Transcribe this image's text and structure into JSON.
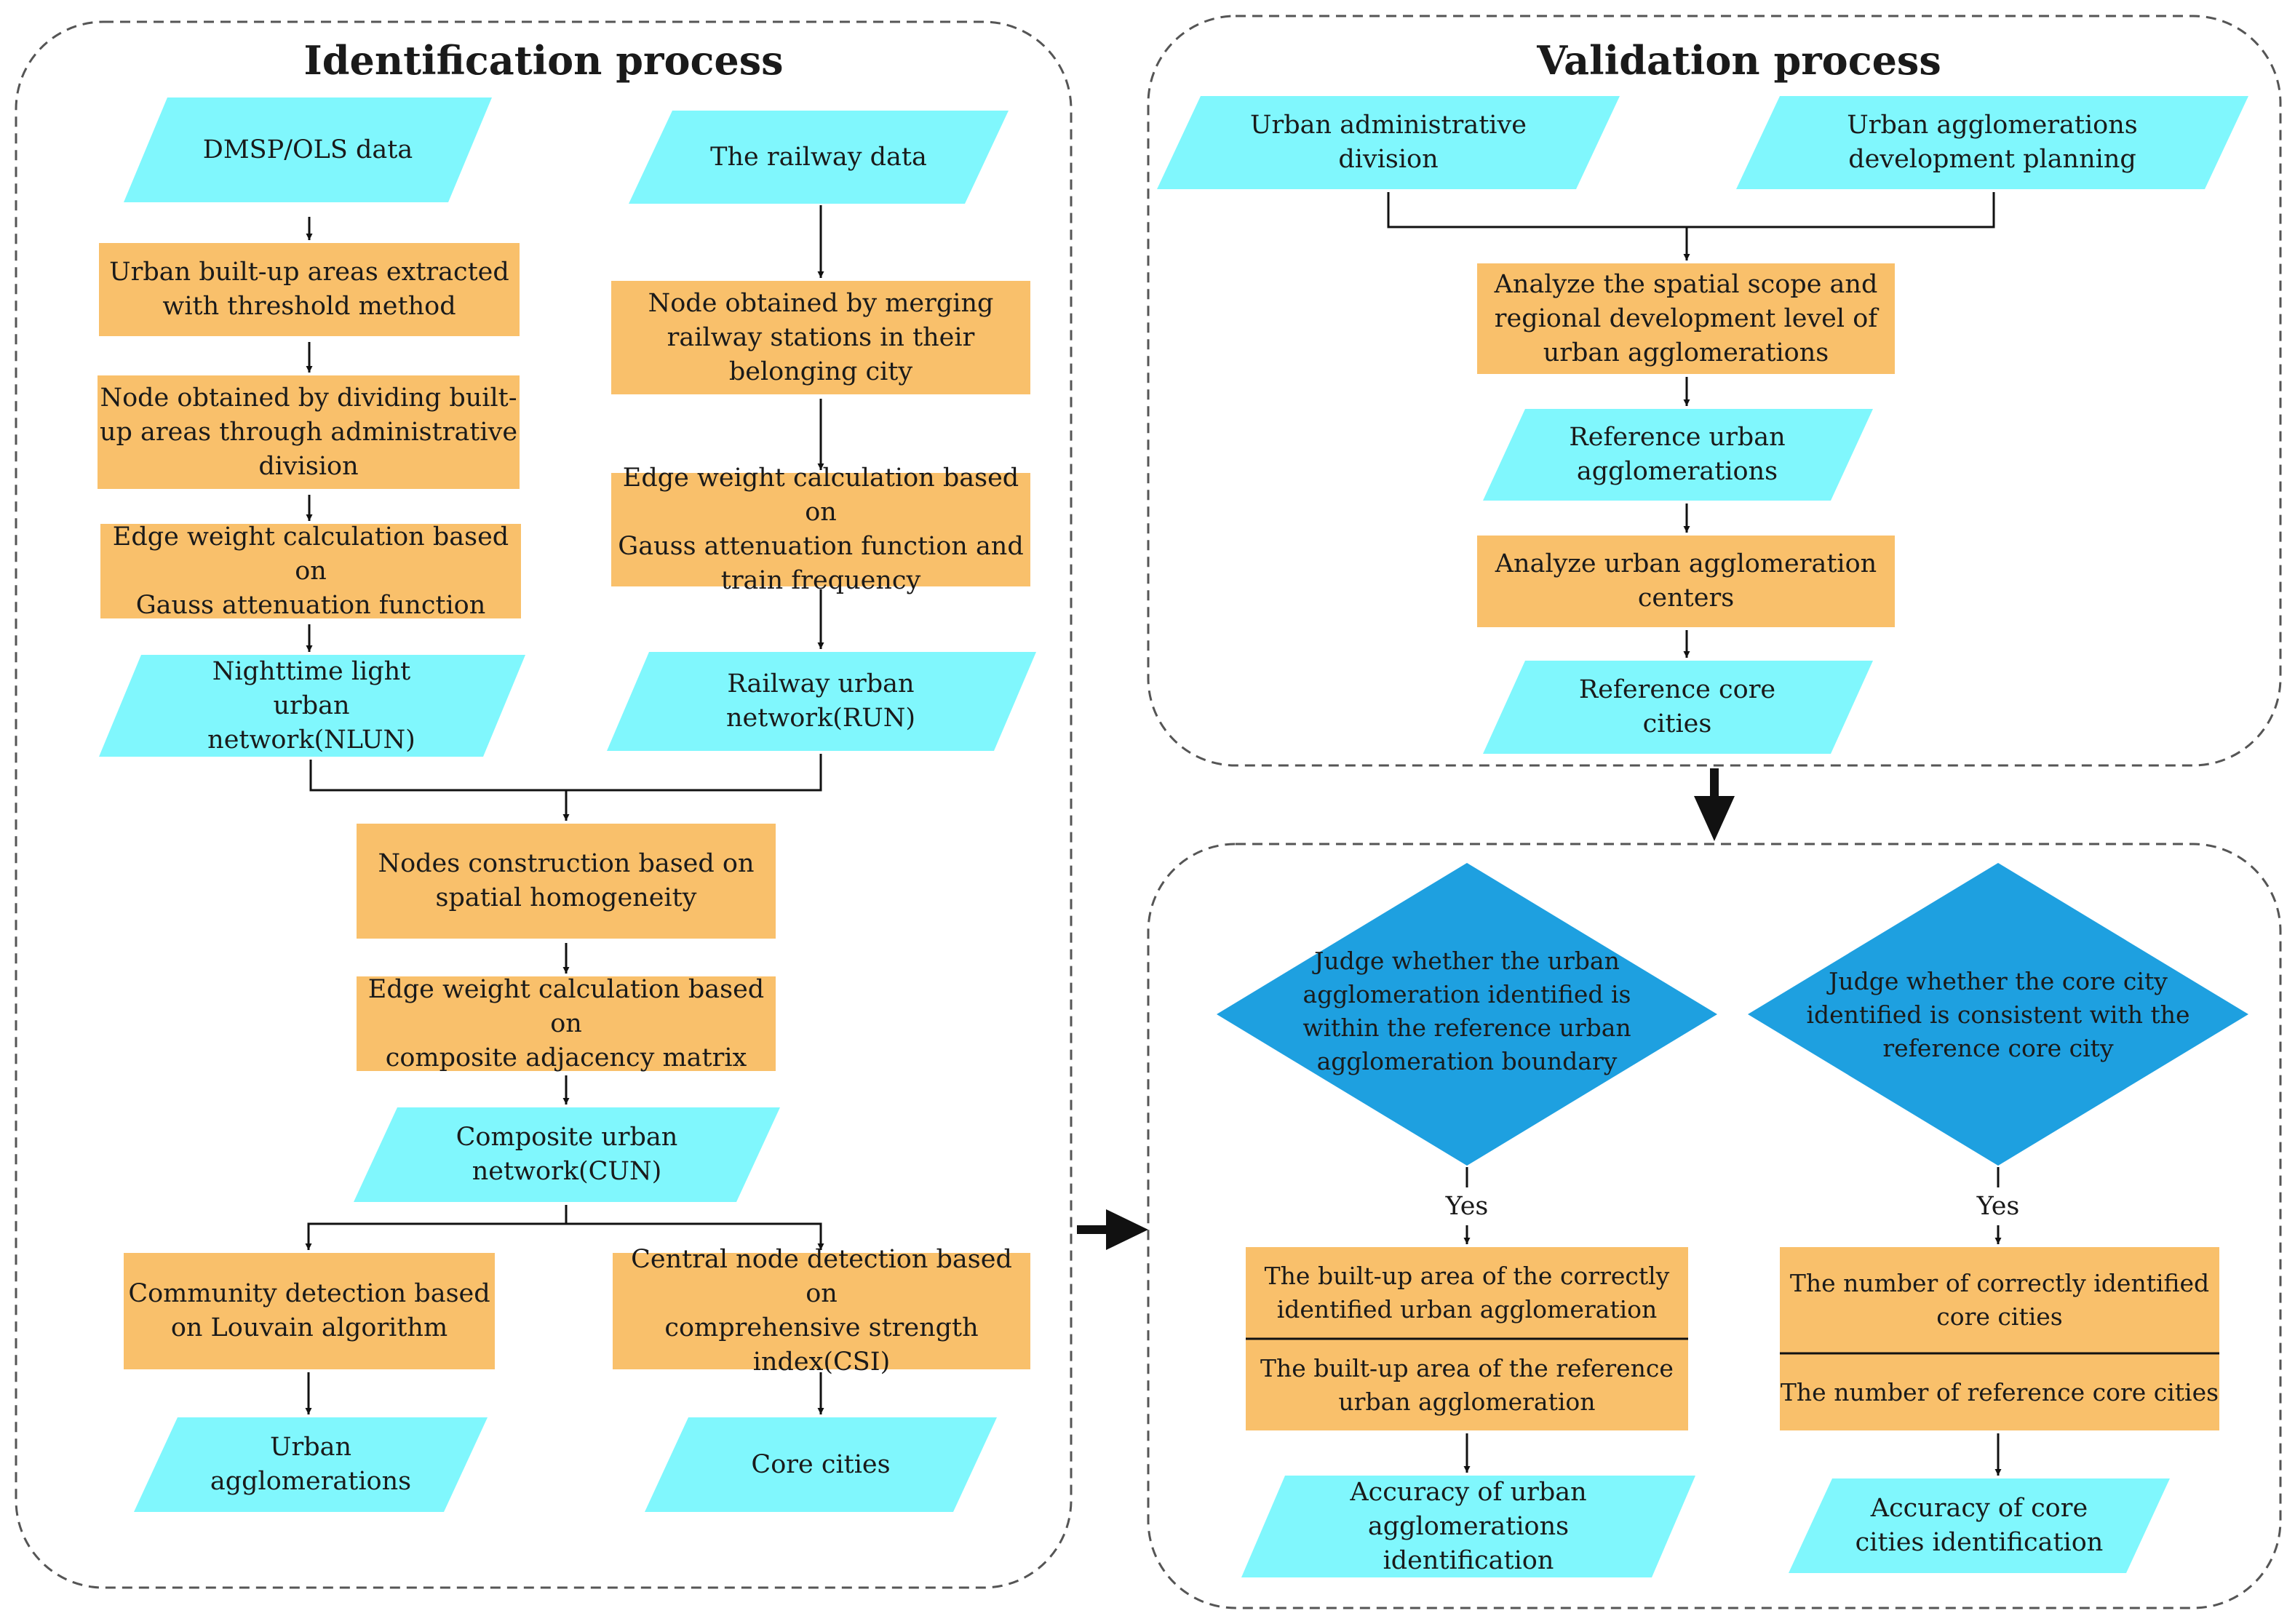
{
  "colors": {
    "process_box": "#F9C06B",
    "data_box": "#80F7FD",
    "decision": "#1EA0E0",
    "frame": "#555555",
    "arrow": "#111111"
  },
  "titles": {
    "identification": "Identification process",
    "validation": "Validation process"
  },
  "identification": {
    "dmsp": "DMSP/OLS data",
    "railway": "The railway data",
    "built_up": "Urban built-up areas extracted\nwith threshold method",
    "node_railway": "Node obtained by merging\nrailway stations in their\nbelonging city",
    "node_builtup": "Node obtained by dividing built-\nup areas through administrative\ndivision",
    "edge_rail": "Edge weight calculation based on\nGauss attenuation function and\ntrain frequency",
    "edge_gauss": "Edge weight calculation based on\nGauss attenuation function",
    "nlun": "Nighttime light\nurban\nnetwork(NLUN)",
    "run": "Railway urban\nnetwork(RUN)",
    "nodes_construction": "Nodes construction based on\nspatial homogeneity",
    "edge_composite": "Edge weight calculation based on\ncomposite adjacency matrix",
    "cun": "Composite urban\nnetwork(CUN)",
    "community": "Community detection based\non Louvain algorithm",
    "central_node": "Central node detection based on\ncomprehensive strength\nindex(CSI)",
    "urban_agg": "Urban\nagglomerations",
    "core_cities": "Core cities"
  },
  "validation": {
    "admin_division": "Urban administrative\ndivision",
    "planning": "Urban agglomerations\ndevelopment planning",
    "analyze_scope": "Analyze the spatial scope and\nregional development level of\nurban agglomerations",
    "ref_agg": "Reference urban\nagglomerations",
    "analyze_centers": "Analyze urban agglomeration\ncenters",
    "ref_core": "Reference core\ncities"
  },
  "accuracy": {
    "judge_agg": "Judge whether the urban\nagglomeration identified  is\nwithin the reference urban\nagglomeration boundary",
    "judge_core": "Judge whether the core city\nidentified  is consistent with the\nreference core city",
    "yes_left": "Yes",
    "yes_right": "Yes",
    "num_agg": "The built-up area of the correctly\nidentified urban agglomeration",
    "den_agg": "The built-up area of the reference\nurban agglomeration",
    "num_core": "The number of correctly identified\ncore cities",
    "den_core": "The number of reference core cities",
    "acc_agg": "Accuracy of urban\nagglomerations\nidentification",
    "acc_core": "Accuracy of core\ncities identification"
  }
}
